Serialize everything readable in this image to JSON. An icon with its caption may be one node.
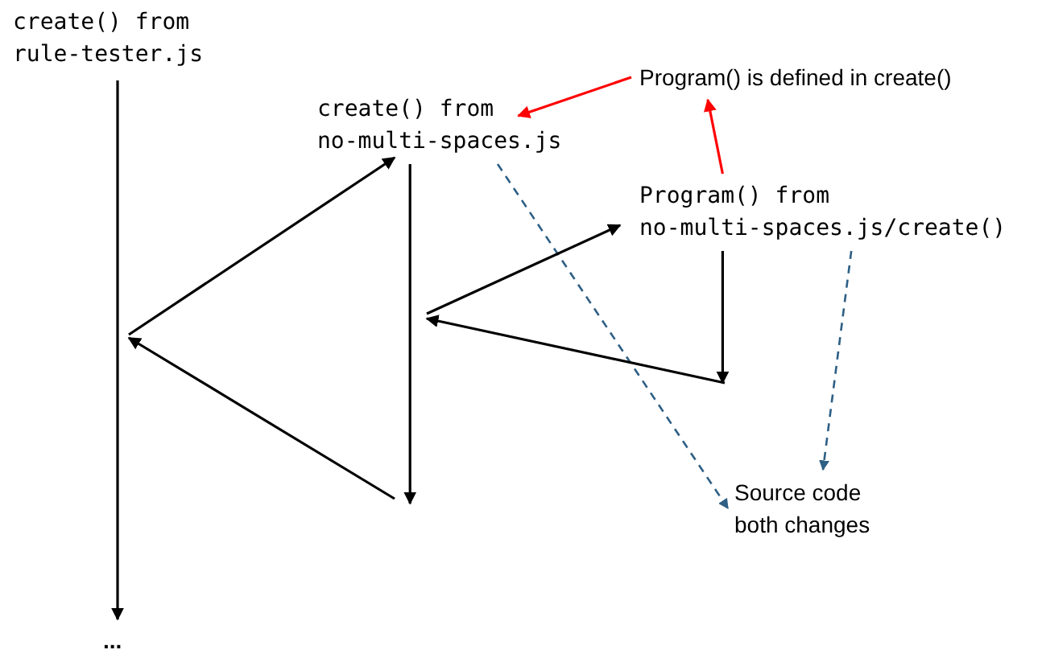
{
  "diagram": {
    "nodes": [
      {
        "text": [
          "create() from rule-tester.js"
        ]
      },
      {
        "text": [
          "Program() is defined in create()"
        ]
      },
      {
        "text": [
          "create() from no-multi-spaces.js"
        ]
      },
      {
        "text": [
          "Program() from no-multi-spaces.js/create()"
        ]
      },
      {
        "text": [
          "Source code both changes"
        ]
      },
      {
        "text": [
          "..."
        ]
      }
    ],
    "edges": [
      {
        "from": 1,
        "to": 2,
        "arrow": "to",
        "color": "#ff0000"
      },
      {
        "from": 3,
        "to": 1,
        "arrow": "to",
        "color": "#ff0000"
      },
      {
        "from": 2,
        "to": 4,
        "arrow": "to",
        "style": "dashed",
        "color": "#2e5f85"
      },
      {
        "from": 3,
        "to": 4,
        "arrow": "to",
        "style": "dashed",
        "color": "#2e5f85"
      },
      {
        "from": 0,
        "to": 5,
        "arrow": "to"
      },
      {
        "from": 2,
        "to": null,
        "arrow": "to"
      },
      {
        "from": 3,
        "to": null,
        "arrow": "to"
      }
    ]
  }
}
